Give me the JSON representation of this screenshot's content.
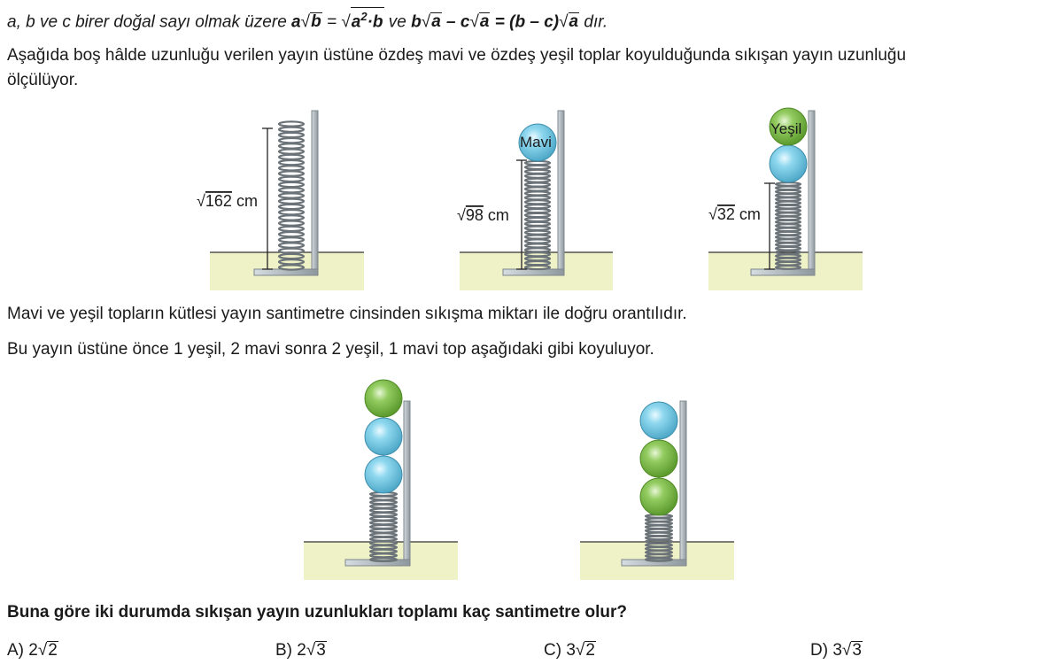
{
  "rule": {
    "prefix": "a, b ve c birer doğal sayı olmak üzere ",
    "a": "a",
    "b": "b",
    "eq": " = ",
    "a2": "a",
    "two": "2",
    "dot": "·",
    "b2": "b",
    "ve": " ve ",
    "lhs1": "b",
    "lhs_a1": "a",
    "minus": " – ",
    "lhs2": "c",
    "lhs_a2": "a",
    "rhs": " = (b – c)",
    "rhs_a": "a",
    "suffix": " dır."
  },
  "intro": {
    "line1": "Aşağıda boş hâlde uzunluğu verilen yayın üstüne özdeş mavi ve özdeş yeşil toplar koyulduğunda sıkışan yayın uzunluğu",
    "line2": "ölçülüyor."
  },
  "figures": {
    "fig1": {
      "radicand": "162",
      "unit": " cm"
    },
    "fig2": {
      "radicand": "98",
      "unit": " cm",
      "ball_label": "Mavi"
    },
    "fig3": {
      "radicand": "32",
      "unit": " cm",
      "ball_label": "Yeşil"
    }
  },
  "statement": "Mavi ve yeşil topların kütlesi yayın santimetre cinsinden sıkışma miktarı ile doğru orantılıdır.",
  "setup": "Bu yayın üstüne önce 1 yeşil, 2 mavi sonra 2 yeşil, 1 mavi top aşağıdaki gibi koyuluyor.",
  "question": "Buna göre iki durumda sıkışan yayın uzunlukları toplamı kaç santimetre olur?",
  "options": [
    {
      "letter": "A)",
      "coef": "2",
      "radicand": "2"
    },
    {
      "letter": "B)",
      "coef": "2",
      "radicand": "3"
    },
    {
      "letter": "C)",
      "coef": "3",
      "radicand": "2"
    },
    {
      "letter": "D)",
      "coef": "3",
      "radicand": "3"
    }
  ],
  "colors": {
    "blue_ball": "#7fcfe9",
    "green_ball": "#8cc65a",
    "ground": "#eef2c6",
    "wall": "#a9b3b9"
  }
}
